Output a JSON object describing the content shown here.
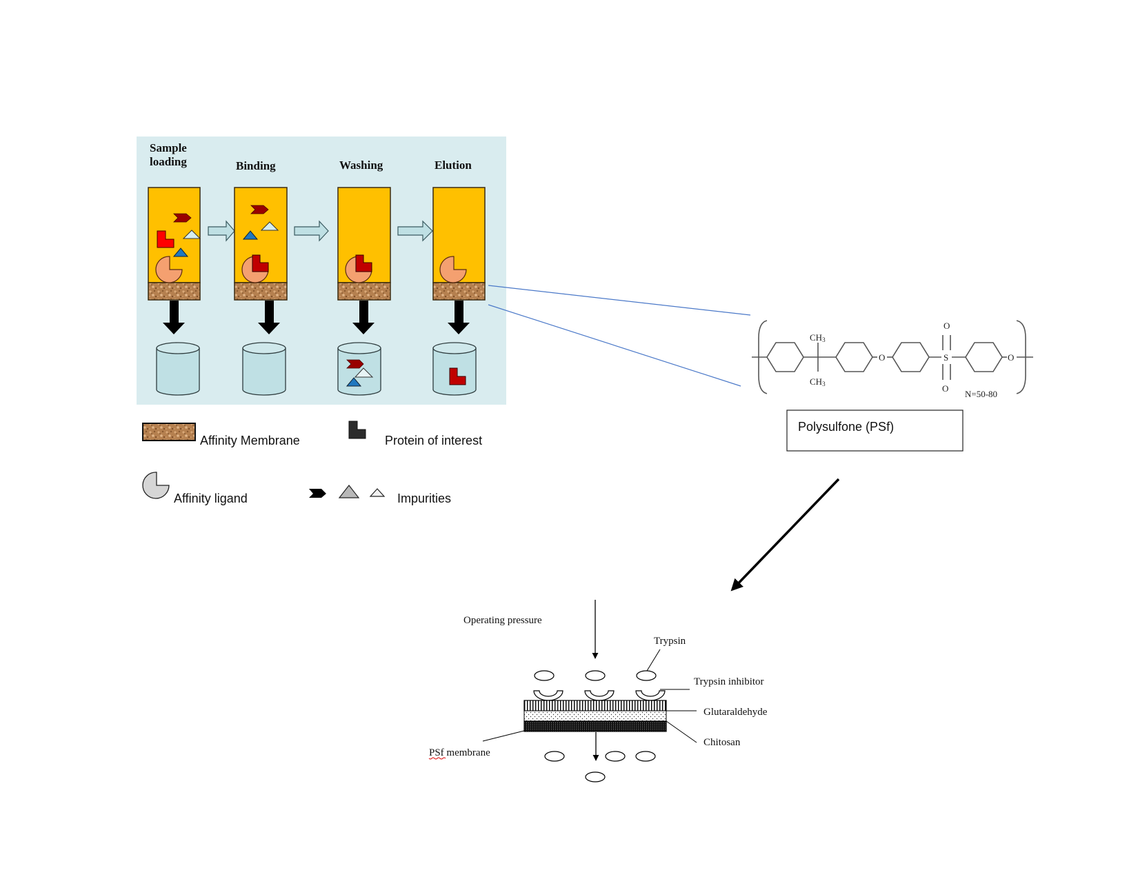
{
  "process_panel": {
    "steps": [
      {
        "title_line1": "Sample",
        "title_line2": "loading",
        "column_contents": [
          "impurity-chevron",
          "protein-of-interest",
          "impurity-triangle-light",
          "impurity-triangle-blue",
          "affinity-ligand"
        ],
        "beaker_contents": []
      },
      {
        "title_line1": "Binding",
        "title_line2": "",
        "column_contents": [
          "impurity-chevron",
          "impurity-triangle-light",
          "impurity-triangle-blue",
          "ligand-protein-complex"
        ],
        "beaker_contents": []
      },
      {
        "title_line1": "Washing",
        "title_line2": "",
        "column_contents": [
          "ligand-protein-complex"
        ],
        "beaker_contents": [
          "impurity-chevron",
          "impurity-triangle-light",
          "impurity-triangle-blue"
        ]
      },
      {
        "title_line1": "Elution",
        "title_line2": "",
        "column_contents": [
          "affinity-ligand"
        ],
        "beaker_contents": [
          "protein-of-interest"
        ]
      }
    ]
  },
  "legend": {
    "membrane_label": "Affinity Membrane",
    "protein_label": "Protein of interest",
    "ligand_label": "Affinity ligand",
    "impurities_label": "Impurities"
  },
  "structure": {
    "ch3_top": "CH",
    "ch3_bottom": "CH",
    "ch3_subscript": "3",
    "ether_o1": "O",
    "ether_o2": "O",
    "sulfur": "S",
    "sulfonyl_o_top": "O",
    "sulfonyl_o_bottom": "O",
    "repeat_label": "N=50-80"
  },
  "polymer_box": {
    "label": "Polysulfone (PSf)"
  },
  "bottom_diagram": {
    "operating_pressure": "Operating pressure",
    "trypsin": "Trypsin",
    "trypsin_inhibitor": "Trypsin inhibitor",
    "glutaraldehyde": "Glutaraldehyde",
    "chitosan": "Chitosan",
    "psf_membrane": "PSf membrane"
  },
  "colors": {
    "panel_bg": "#d9ecef",
    "column_fill": "#ffc000",
    "membrane_fill": "#b07a4a",
    "ligand_fill": "#f4a070",
    "protein_fill": "#c00000",
    "protein_bright": "#ff0000",
    "chevron_fill": "#990000",
    "tri_blue": "#1f78c0",
    "tri_light": "#d6eef0",
    "beaker_fill": "#bfe0e4",
    "connector_line": "#4a78c8"
  }
}
